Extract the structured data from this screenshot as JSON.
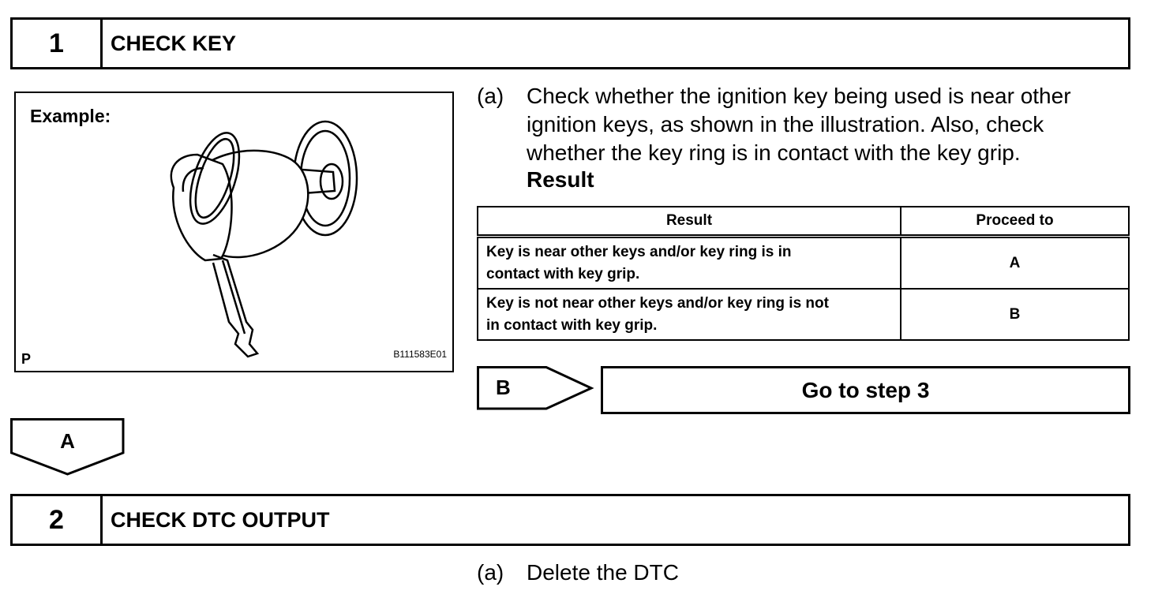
{
  "step1": {
    "number": "1",
    "title": "CHECK KEY"
  },
  "illustration": {
    "label": "Example:",
    "corner_mark": "P",
    "figure_code": "B111583E01"
  },
  "step1_item_a": {
    "label": "(a)",
    "lines": [
      "Check whether the ignition key being used is near other",
      "ignition keys, as shown in the illustration. Also, check",
      "whether the key ring is in contact with the key grip."
    ]
  },
  "result_heading": "Result",
  "result_table": {
    "headers": [
      "Result",
      "Proceed to"
    ],
    "rows": [
      {
        "lines": [
          "Key is near other keys and/or key ring is in",
          "contact with key grip."
        ],
        "proceed": "A"
      },
      {
        "lines": [
          "Key is not near other keys and/or key ring is not",
          "in contact with key grip."
        ],
        "proceed": "B"
      }
    ]
  },
  "branch_b": {
    "label": "B",
    "action": "Go to step 3"
  },
  "branch_a": {
    "label": "A"
  },
  "step2": {
    "number": "2",
    "title": "CHECK DTC OUTPUT"
  },
  "step2_item_a": {
    "label": "(a)",
    "text": "Delete the DTC"
  }
}
